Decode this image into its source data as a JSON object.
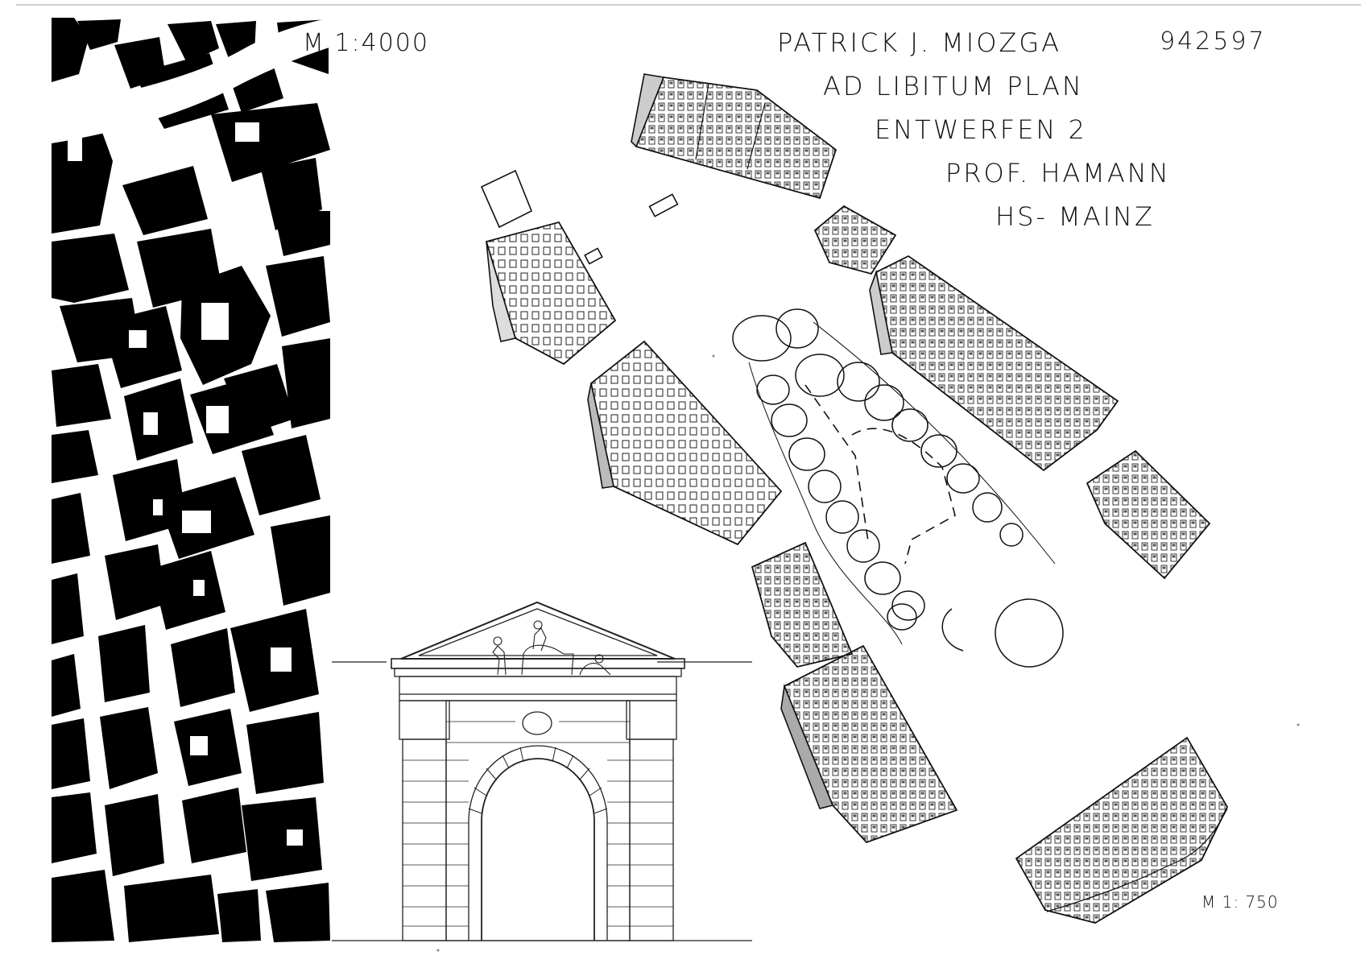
{
  "sheet": {
    "scale_map": "M 1:4000",
    "author": "PATRICK J. MIOZGA",
    "student_id": "942597",
    "plan_title": "AD LIBITUM PLAN",
    "course": "ENTWERFEN 2",
    "professor": "PROF. HAMANN",
    "school": "HS- MAINZ",
    "scale_plan": "M 1: 750"
  }
}
